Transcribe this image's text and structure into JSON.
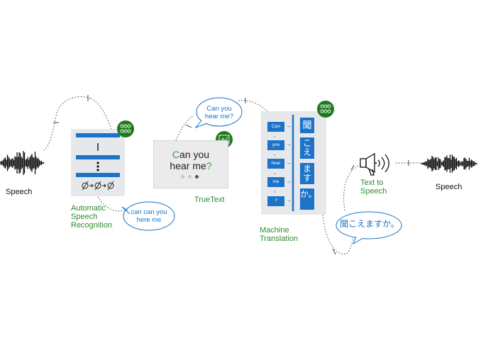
{
  "labels": {
    "speech_in": "Speech",
    "asr": [
      "Automatic",
      "Speech",
      "Recognition"
    ],
    "truetext": "TrueText",
    "mt": [
      "Machine",
      "Translation"
    ],
    "tts": [
      "Text to",
      "Speech"
    ],
    "speech_out": "Speech"
  },
  "bubbles": {
    "asr_out": [
      "can can you",
      "here me"
    ],
    "truetext_out": [
      "Can you",
      "hear me?"
    ],
    "mt_out": "聞こえますか。"
  },
  "truetext_card": {
    "line1_accent": "C",
    "line1_rest": "an you",
    "line2_rest": "hear me",
    "line2_accent": "?"
  },
  "mt_panel": {
    "source_tokens": [
      "Can",
      "you",
      "hear",
      "me",
      "?"
    ],
    "separator": ",",
    "target_tokens": [
      "聞",
      "こえ",
      "ます",
      "か。"
    ]
  },
  "colors": {
    "accent_green": "#2e8b2e",
    "badge_green": "#1f7a1f",
    "accent_blue": "#1a73c8",
    "token_blue": "#1c73c8",
    "panel_gray": "#e6e8eb"
  },
  "icons": [
    "neural-network-icon",
    "text-cleanup-icon",
    "loudspeaker-icon",
    "waveform-icon"
  ]
}
